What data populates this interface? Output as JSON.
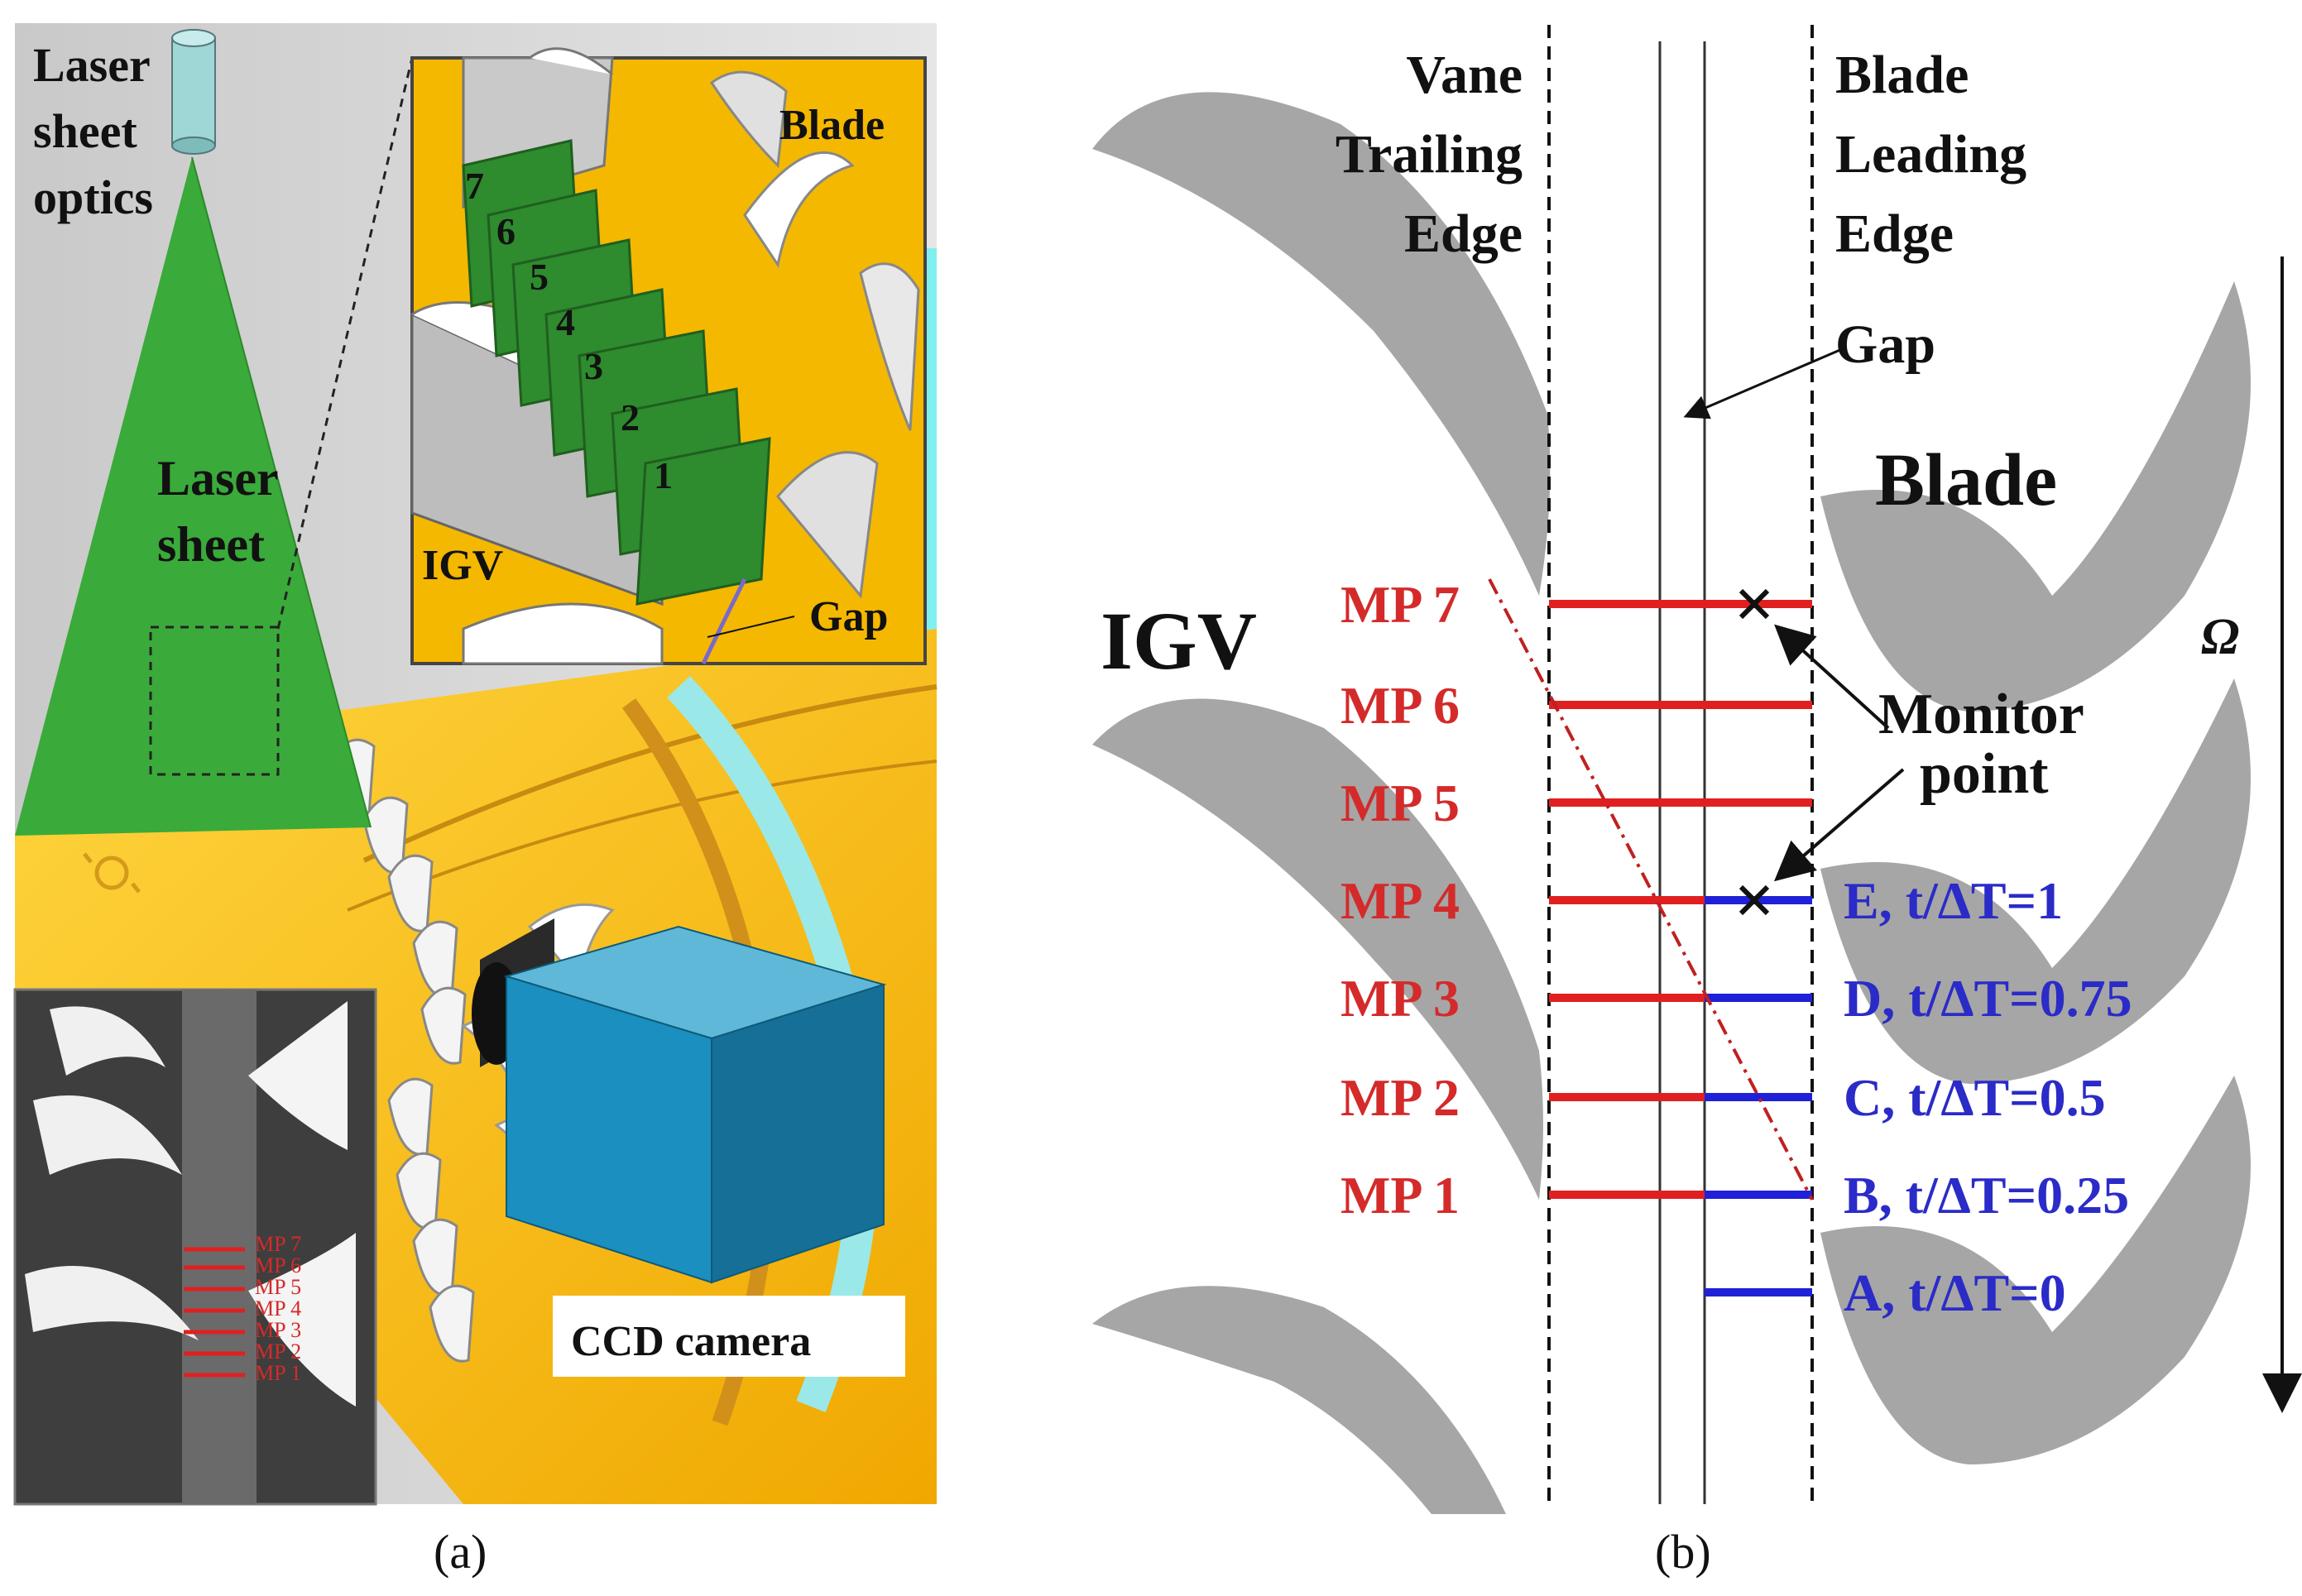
{
  "panel_a": {
    "caption": "(a)",
    "laser_optics_label": [
      "Laser",
      "sheet",
      "optics"
    ],
    "laser_sheet_label": [
      "Laser",
      "sheet"
    ],
    "inset_labels": {
      "blade": "Blade",
      "igv": "IGV",
      "gap": "Gap",
      "numbers": [
        "7",
        "6",
        "5",
        "4",
        "3",
        "2",
        "1"
      ]
    },
    "camera_label": "CCD camera",
    "photo_mp_labels": [
      "MP 7",
      "MP 6",
      "MP 5",
      "MP 4",
      "MP 3",
      "MP 2",
      "MP 1"
    ]
  },
  "panel_b": {
    "caption": "(b)",
    "vane_label": [
      "Vane",
      "Trailing",
      "Edge"
    ],
    "blade_leading_label": [
      "Blade",
      "Leading",
      "Edge"
    ],
    "gap_label": "Gap",
    "blade_label": "Blade",
    "igv_label": "IGV",
    "omega_label": "Ω",
    "monitor_label": [
      "Monitor",
      "point"
    ],
    "mp_labels": [
      "MP 7",
      "MP 6",
      "MP 5",
      "MP 4",
      "MP 3",
      "MP 2",
      "MP 1"
    ],
    "time_labels": [
      "E, t/ΔT=1",
      "D, t/ΔT=0.75",
      "C, t/ΔT=0.5",
      "B, t/ΔT=0.25",
      "A, t/ΔT=0"
    ]
  },
  "colors": {
    "red": "#d42a2a",
    "blue": "#2b2bc8",
    "green": "#3aaa3a",
    "yellow": "#f5b800",
    "camera": "#1b8fbf",
    "airfoil": "#a6a6a6"
  }
}
